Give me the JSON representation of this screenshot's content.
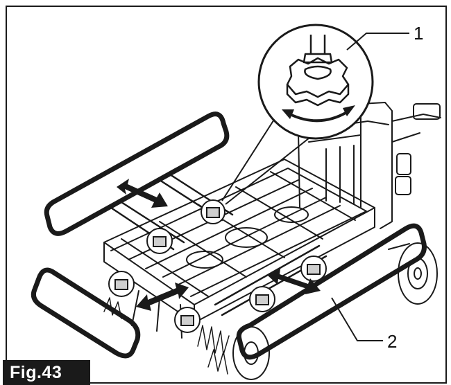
{
  "figure": {
    "label": "Fig.43",
    "callouts": [
      {
        "id": "1"
      },
      {
        "id": "2"
      }
    ]
  },
  "icons": [
    "knob-icon",
    "rotation-arrow-icon",
    "double-arrow-icon"
  ],
  "colors": {
    "line": "#1a1a1a",
    "background": "#ffffff",
    "label_bg": "#1a1a1a",
    "label_text": "#ffffff"
  }
}
